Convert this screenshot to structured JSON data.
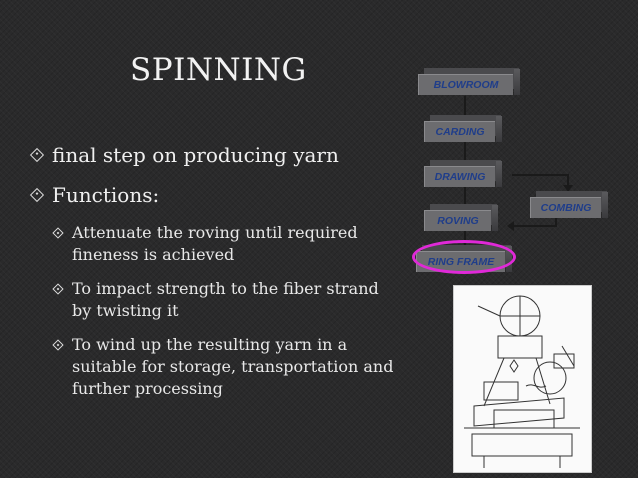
{
  "slide": {
    "title": "SPINNING",
    "bullets": [
      {
        "text": "final step on producing yarn"
      },
      {
        "text": "Functions:"
      }
    ],
    "sub_bullets": [
      {
        "text": "Attenuate the roving until required fineness is achieved"
      },
      {
        "text": "To impact strength to the fiber strand by twisting it"
      },
      {
        "text": "To wind up the resulting yarn in a suitable for storage, transportation and further processing"
      }
    ]
  },
  "flowchart": {
    "steps": [
      "BLOWROOM",
      "CARDING",
      "DRAWING",
      "ROVING",
      "RING FRAME"
    ],
    "side_step": "COMBING",
    "highlight_color": "#e029d8",
    "label_color": "#1f3d8a"
  },
  "image": {
    "description_icon": "ring-frame-machine-drawing"
  }
}
